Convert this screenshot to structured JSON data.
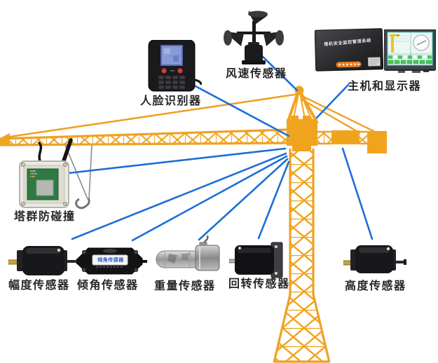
{
  "diagram": {
    "title": "",
    "colors": {
      "crane": "#F0A41E",
      "link": "#1C6FD8",
      "label": "#262626"
    },
    "nodes": {
      "face": {
        "label": "人脸识别器"
      },
      "wind": {
        "label": "风速传感器"
      },
      "host": {
        "label": "主机和显示器",
        "device_text": "塔机安全监控管理系统"
      },
      "anti_collision": {
        "label": "塔群防碰撞"
      },
      "amplitude": {
        "label": "幅度传感器"
      },
      "tilt": {
        "label": "倾角传感器",
        "device_text": "倾角传感器"
      },
      "weight": {
        "label": "重量传感器"
      },
      "rotation": {
        "label": "回转传感器"
      },
      "height": {
        "label": "高度传感器"
      },
      "crane": {
        "label": ""
      }
    },
    "links": [
      {
        "from": "crane",
        "to": "face"
      },
      {
        "from": "crane",
        "to": "wind"
      },
      {
        "from": "crane",
        "to": "host"
      },
      {
        "from": "crane",
        "to": "anti_collision"
      },
      {
        "from": "crane",
        "to": "amplitude"
      },
      {
        "from": "crane",
        "to": "tilt"
      },
      {
        "from": "crane",
        "to": "weight"
      },
      {
        "from": "crane",
        "to": "rotation"
      },
      {
        "from": "crane",
        "to": "height"
      }
    ]
  }
}
